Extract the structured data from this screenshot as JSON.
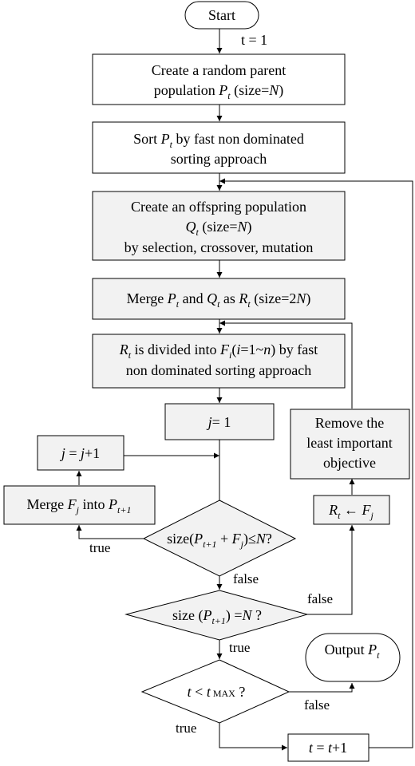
{
  "start": "Start",
  "t_init": "t = 1",
  "create_parent": {
    "line1": "Create a random parent",
    "line2_a": "population ",
    "var": "P",
    "sub": "t",
    "line2_b": " (size=",
    "N": "N",
    "close": ")"
  },
  "sort_parent": {
    "a": "Sort ",
    "var": "P",
    "sub": "t",
    "b": " by fast non dominated",
    "line2": "sorting approach"
  },
  "create_offspring": {
    "line1": "Create an offspring population",
    "var": "Q",
    "sub": "t",
    "size_a": " (size=",
    "N": "N",
    "close": ")",
    "line3": "by selection, crossover, mutation"
  },
  "merge_pq": {
    "a": "Merge ",
    "p": "P",
    "ps": "t",
    "and": " and ",
    "q": "Q",
    "qs": "t",
    "as": " as ",
    "r": "R",
    "rs": "t",
    "size_a": " (size=2",
    "N": "N",
    "close": ")"
  },
  "divide": {
    "r": "R",
    "rs": "t",
    "a": " is divided into ",
    "f": "F",
    "fs": "i",
    "paren_open": "(",
    "i": "i",
    "eq": "=1~",
    "n": "n",
    "b": ") by fast",
    "line2": "non dominated sorting approach"
  },
  "j_init": {
    "j": "j",
    "rest": "= 1"
  },
  "j_inc": {
    "j1": "j",
    "eq": " = ",
    "j2": "j",
    "plus": "+1"
  },
  "merge_f": {
    "a": "Merge ",
    "f": "F",
    "fs": "j",
    "into": " into ",
    "p": "P",
    "ps": "t+1"
  },
  "cond_size_sum": {
    "a": "size(",
    "p": "P",
    "ps": "t+1",
    "plus": " + ",
    "f": "F",
    "fs": "j",
    "b": ")≤",
    "N": "N",
    "q": "?"
  },
  "cond_size_eq": {
    "a": "size (",
    "p": "P",
    "ps": "t+1",
    "b": ")  =",
    "N": "N",
    "q": " ?"
  },
  "cond_t": {
    "t1": "t",
    "lt": " < ",
    "t2": "t",
    "max": " MAX",
    "q": " ?"
  },
  "remove": {
    "line1": "Remove the",
    "line2": "least important",
    "line3": "objective"
  },
  "assign_r": {
    "r": "R",
    "rs": "t",
    "arrow": " ← ",
    "f": "F",
    "fs": "j"
  },
  "output": {
    "a": "Output ",
    "p": "P",
    "ps": "t"
  },
  "t_inc": {
    "t1": "t",
    "eq": " = ",
    "t2": "t",
    "plus": "+1"
  },
  "labels": {
    "true1": "true",
    "false1": "false",
    "false2": "false",
    "true2": "true",
    "false3": "false",
    "true3": "true"
  }
}
